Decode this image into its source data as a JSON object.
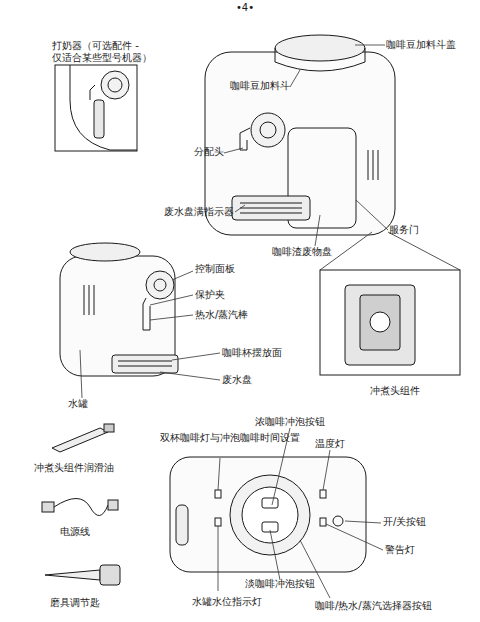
{
  "diagram": {
    "labels": [
      "•4•",
      "打奶器（可选配件 - 仅适合某些型号机器）",
      "咖啡豆加料斗盖",
      "咖啡豆加料斗",
      "分配头",
      "废水盘满指示器",
      "服务门",
      "咖啡渣废物盘",
      "控制面板",
      "保护夹",
      "热水/蒸汽棒",
      "咖啡杯摆放面",
      "废水盘",
      "水罐",
      "冲煮头组件",
      "冲煮头组件润滑油",
      "电源线",
      "磨具调节匙",
      "浓咖啡冲泡按钮",
      "双杯咖啡灯与冲泡咖啡时间设置",
      "温度灯",
      "开/关按钮",
      "警告灯",
      "淡咖啡冲泡按钮",
      "水罐水位指示灯",
      "咖啡/热水/蒸汽选择器按钮"
    ]
  }
}
